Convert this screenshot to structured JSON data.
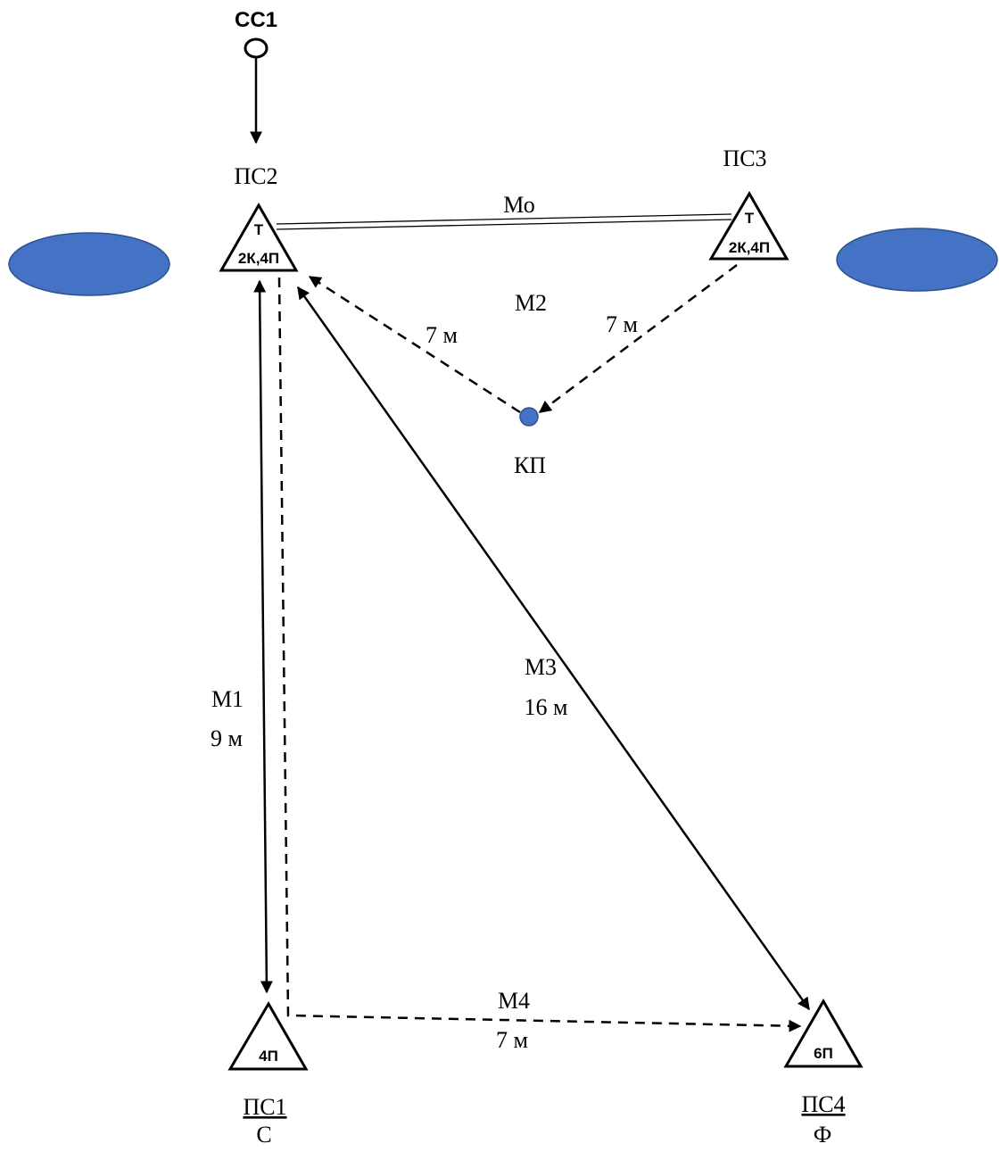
{
  "colors": {
    "line": "#000000",
    "blue": "#4472C4",
    "blue_stroke": "#2F528F",
    "background": "#ffffff"
  },
  "labels": {
    "cc1": "СС1",
    "ps2": "ПС2",
    "ps3": "ПС3",
    "mo": "Мо",
    "m2": "М2",
    "m2_left_dist": "7 м",
    "m2_right_dist": "7 м",
    "kp": "КП",
    "m1": "М1",
    "m1_dist": "9 м",
    "m3": "М3",
    "m3_dist": "16 м",
    "m4": "М4",
    "m4_dist": "7 м",
    "ps1_top": "ПС1",
    "ps1_bottom": "С",
    "ps4_top": "ПС4",
    "ps4_bottom": "Ф"
  },
  "nodes": {
    "ps2": {
      "line1": "Т",
      "line2": "2К,4П"
    },
    "ps3": {
      "line1": "Т",
      "line2": "2К,4П"
    },
    "ps1": {
      "line1": "4П"
    },
    "ps4": {
      "line1": "6П"
    }
  }
}
